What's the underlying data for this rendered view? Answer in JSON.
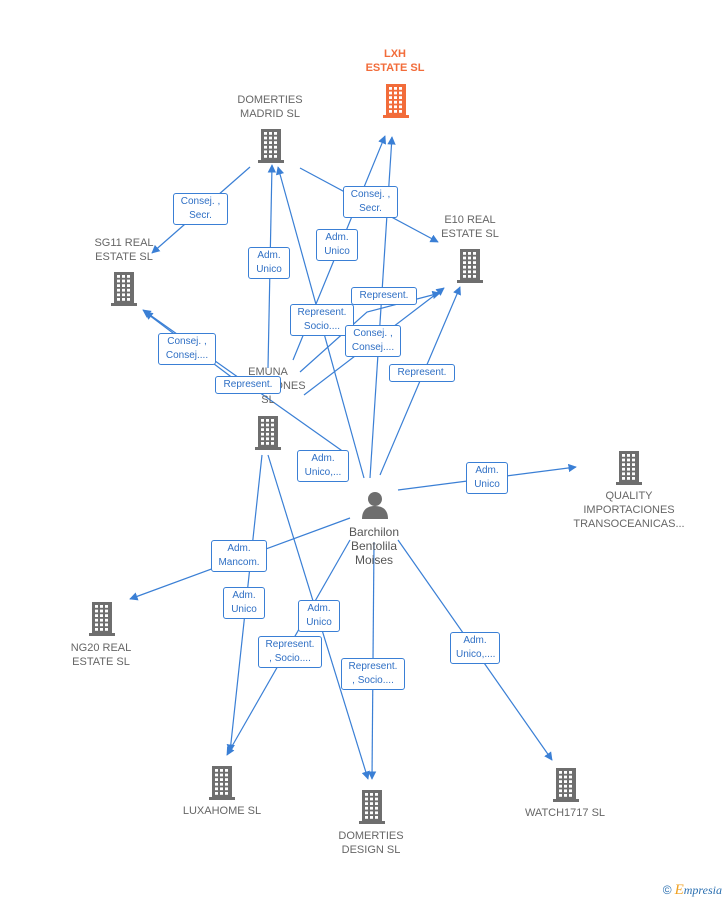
{
  "colors": {
    "edge": "#3a7fd5",
    "company": "#6e6e6e",
    "highlight": "#f26c3a",
    "person": "#6e6e6e"
  },
  "nodes": [
    {
      "id": "lxh",
      "label": "LXH\nESTATE  SL",
      "type": "company",
      "highlight": true
    },
    {
      "id": "domerties_madrid",
      "label": "DOMERTIES\nMADRID  SL",
      "type": "company"
    },
    {
      "id": "e10",
      "label": "E10 REAL\nESTATE  SL",
      "type": "company"
    },
    {
      "id": "sg11",
      "label": "SG11 REAL\nESTATE  SL",
      "type": "company"
    },
    {
      "id": "emuna",
      "label": "EMUNA\nINVERSIONES\nSL",
      "type": "company"
    },
    {
      "id": "quality",
      "label": "QUALITY\nIMPORTACIONES\nTRANSOCEANICAS...",
      "type": "company"
    },
    {
      "id": "barchilon",
      "label": "Barchilon\nBentolila\nMoises",
      "type": "person"
    },
    {
      "id": "ng20",
      "label": "NG20 REAL\nESTATE  SL",
      "type": "company"
    },
    {
      "id": "luxahome",
      "label": "LUXAHOME  SL",
      "type": "company"
    },
    {
      "id": "domerties_design",
      "label": "DOMERTIES\nDESIGN  SL",
      "type": "company"
    },
    {
      "id": "watch",
      "label": "WATCH1717  SL",
      "type": "company"
    }
  ],
  "edge_labels": [
    "Consej. ,\nSecr.",
    "Consej. ,\nSecr.",
    "Adm.\nUnico",
    "Adm.\nUnico",
    "Represent.",
    "Represent.\nSocio....",
    "Consej. ,\nConsej....",
    "Consej. ,\nConsej....",
    "Represent.",
    "Represent.",
    "Adm.\nUnico,...",
    "Adm.\nUnico",
    "Adm.\nMancom.",
    "Adm.\nUnico",
    "Adm.\nUnico",
    "Represent.\n, Socio....",
    "Represent.\n, Socio....",
    "Adm.\nUnico,...."
  ],
  "brand": {
    "symbol": "©",
    "initial": "E",
    "rest": "mpresia"
  }
}
